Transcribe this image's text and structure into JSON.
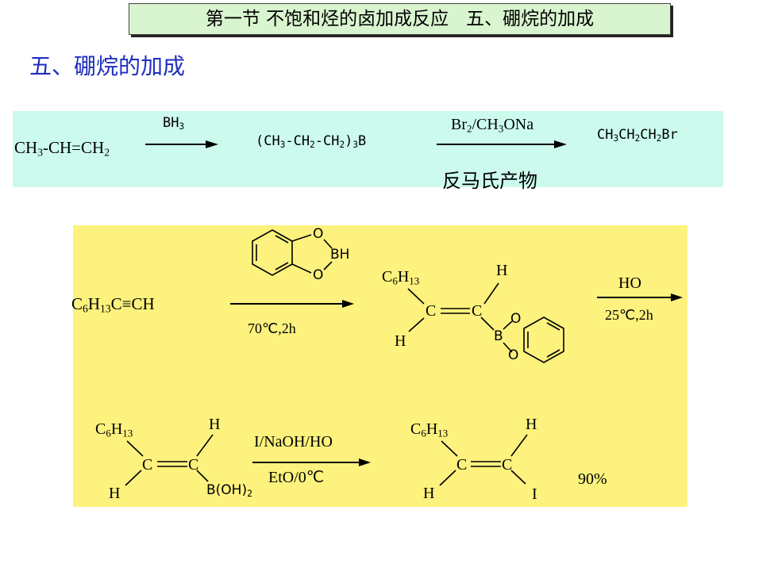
{
  "header": {
    "title": "第一节 不饱和烃的卤加成反应   五、硼烷的加成"
  },
  "section_title": "五、硼烷的加成",
  "row1": {
    "reactant_a": "CH",
    "reactant_b": "-CH=CH",
    "reagent1_a": "BH",
    "reagent1_b": "3",
    "intermediate": {
      "p1": "(CH",
      "p2": "-CH",
      "p3": "-CH",
      "p4": ")",
      "p5": "B",
      "s3": "3",
      "s2": "2",
      "s3b": "3"
    },
    "reagent2_a": "Br",
    "reagent2_b": "/CH",
    "reagent2_c": "ONa",
    "product_a": "CH",
    "product_b": "CH",
    "product_c": "CH",
    "product_d": "Br",
    "note": "反马氏产物",
    "sub2": "2",
    "sub3": "3"
  },
  "panel": {
    "alkyne_a": "C",
    "alkyne_b": "H",
    "alkyne_c": "C≡CH",
    "sub6": "6",
    "sub13": "13",
    "o_label": "O",
    "bh_label": "BH",
    "b_label": "B",
    "cond1": "70℃,2h",
    "c6": "C",
    "h6": "H",
    "h_label": "H",
    "c_label": "C",
    "water_a": "H",
    "water_b": "O",
    "cond2": "25℃,2h",
    "boh_a": "B(OH)",
    "boh_b": "2",
    "iodo_a": "I",
    "iodo_b": "/NaOH/H",
    "iodo_c": "O",
    "et_a": "Et",
    "et_b": "O/0℃",
    "i_label": "I",
    "yield": "90%"
  }
}
